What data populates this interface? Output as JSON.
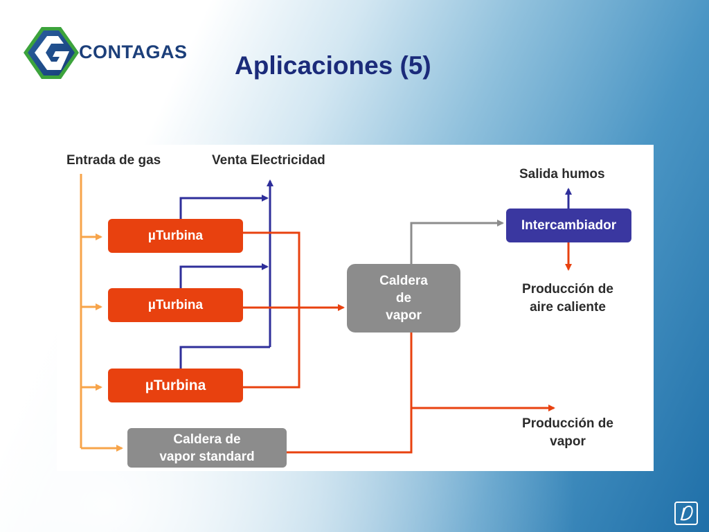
{
  "header": {
    "logo_text": "CONTAGAS",
    "title": "Aplicaciones (5)"
  },
  "diagram": {
    "labels": {
      "gas_input": "Entrada de gas",
      "electricity_sale": "Venta Electricidad",
      "smoke_exit": "Salida humos",
      "hot_air_line1": "Producción de",
      "hot_air_line2": "aire caliente",
      "steam_out_line1": "Producción de",
      "steam_out_line2": "vapor"
    },
    "boxes": {
      "turbine_1": "µTurbina",
      "turbine_2": "µTurbina",
      "turbine_3": "µTurbina",
      "standard_boiler_line1": "Caldera de",
      "standard_boiler_line2": "vapor standard",
      "steam_boiler_line1": "Caldera",
      "steam_boiler_line2": "de",
      "steam_boiler_line3": "vapor",
      "heat_exchanger": "Intercambiador"
    },
    "colors": {
      "gas_flow": "#f7a44a",
      "electricity_flow": "#2e2e9a",
      "exhaust_flow": "#e8410f",
      "bypass_flow": "#8c8c8c",
      "turbine_box": "#e8410f",
      "boiler_box": "#8c8c8c",
      "exchanger_box": "#3a37a0"
    }
  }
}
